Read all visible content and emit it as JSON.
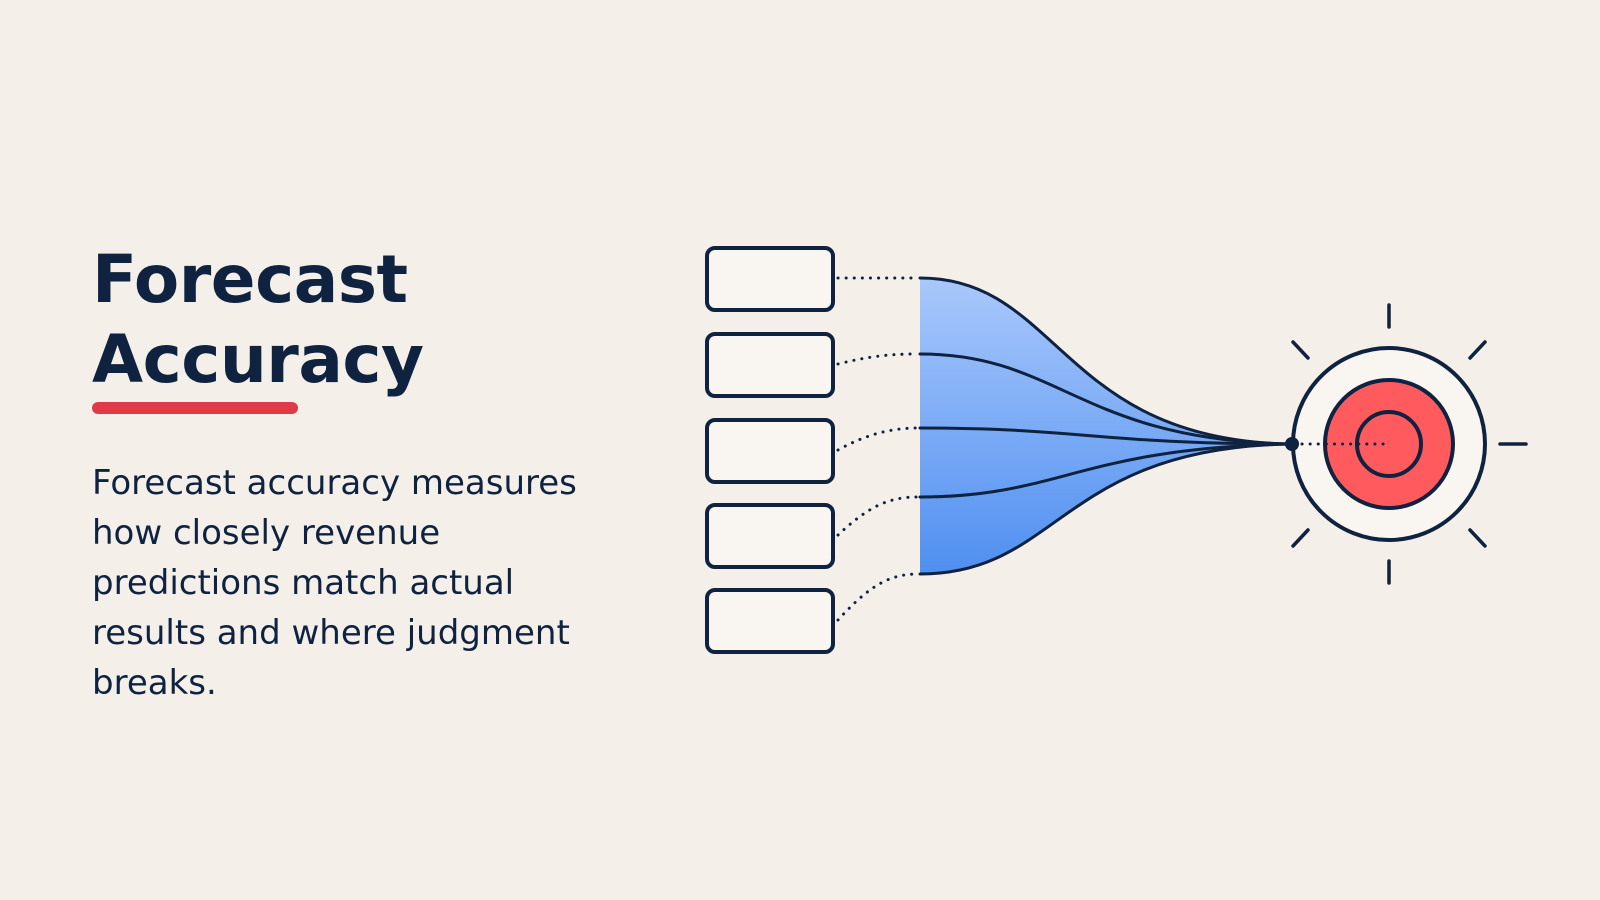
{
  "slide": {
    "title_line1": "Forecast",
    "title_line2": "Accuracy",
    "body": "Forecast accuracy measures how closely revenue predictions match actual results and where judgment breaks."
  },
  "diagram": {
    "input_boxes": 5,
    "colors": {
      "background": "#f4f0e9",
      "ink": "#0f2341",
      "accent_red": "#e03a48",
      "target_red": "#ff5b5f",
      "blue_light": "#a9c8fb",
      "blue_dark": "#4f8ff0",
      "box_fill": "#f9f6f1"
    },
    "icons": [
      "target-icon",
      "sparkle-rays"
    ]
  }
}
